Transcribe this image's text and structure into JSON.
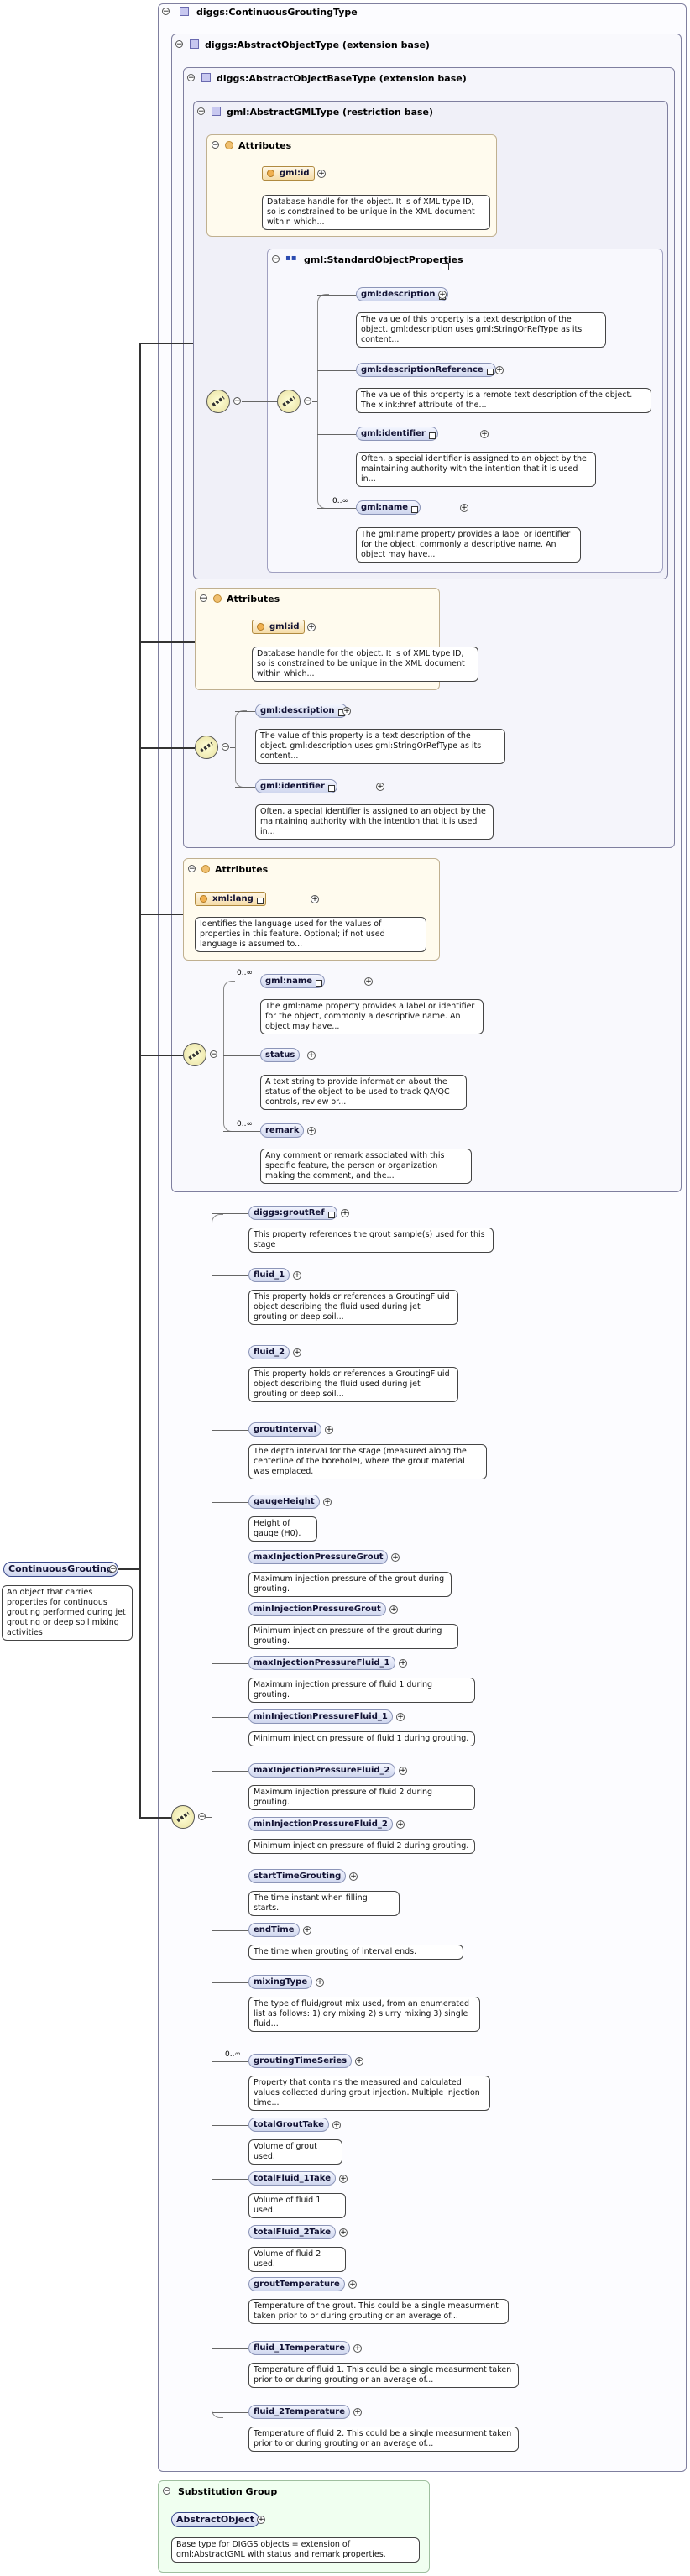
{
  "root": {
    "header": "diggs:ContinuousGroutingType",
    "extension1": "diggs:AbstractObjectType (extension base)",
    "extension2": "diggs:AbstractObjectBaseType (extension base)",
    "restriction": "gml:AbstractGMLType (restriction base)"
  },
  "attributes_label": "Attributes",
  "gml_group_label": "gml:StandardObjectProperties",
  "gml_attr": {
    "name": "gml:id",
    "desc": "Database handle for the object. It is of XML type ID, so is constrained to be unique in the XML document within which..."
  },
  "gml_std": [
    {
      "name": "gml:description",
      "desc": "The value of this property is a text description of the object. gml:description uses gml:StringOrRefType as its content..."
    },
    {
      "name": "gml:descriptionReference",
      "desc": "The value of this property is a remote text description of the object. The xlink:href attribute of the..."
    },
    {
      "name": "gml:identifier",
      "desc": "Often, a special identifier is assigned to an object by the maintaining authority with the intention that it is used in..."
    },
    {
      "name": "gml:name",
      "desc": "The gml:name property provides a label or identifier for the object, commonly a descriptive name. An object may have...",
      "mult": "0..∞"
    }
  ],
  "base_attr": {
    "name": "gml:id",
    "desc": "Database handle for the object. It is of XML type ID, so is constrained to be unique in the XML document within which..."
  },
  "base_elements": [
    {
      "name": "gml:description",
      "desc": "The value of this property is a text description of the object. gml:description uses gml:StringOrRefType as its content..."
    },
    {
      "name": "gml:identifier",
      "desc": "Often, a special identifier is assigned to an object by the maintaining authority with the intention that it is used in..."
    }
  ],
  "obj_attr": {
    "name": "xml:lang",
    "desc": "Identifies the language used for the values of properties in this feature. Optional; if not used language is assumed to..."
  },
  "obj_elements": [
    {
      "name": "gml:name",
      "desc": "The gml:name property provides a label or identifier for the object, commonly a descriptive name. An object may have...",
      "mult": "0..∞"
    },
    {
      "name": "status",
      "desc": "A text string to provide information about the status of the object to be used to track QA/QC controls, review or..."
    },
    {
      "name": "remark",
      "desc": "Any comment or remark associated with this specific feature, the person or organization making the comment, and the...",
      "mult": "0..∞"
    }
  ],
  "main_element": {
    "name": "ContinuousGrouting",
    "desc": "An object that carries properties for continuous grouting performed during jet grouting or deep soil mixing activities"
  },
  "grout_elements": [
    {
      "name": "diggs:groutRef",
      "desc": "This property references the grout sample(s) used for this stage"
    },
    {
      "name": "fluid_1",
      "desc": "This property holds or references a GroutingFluid object describing the fluid used during jet grouting or deep soil..."
    },
    {
      "name": "fluid_2",
      "desc": "This property holds or references a GroutingFluid object describing the fluid used during jet grouting or deep soil..."
    },
    {
      "name": "groutInterval",
      "desc": "The depth interval for the stage (measured along the centerline of the borehole), where the grout material was emplaced."
    },
    {
      "name": "gaugeHeight",
      "desc": "Height of gauge (H0)."
    },
    {
      "name": "maxInjectionPressureGrout",
      "desc": "Maximum injection pressure of the grout during grouting."
    },
    {
      "name": "minInjectionPressureGrout",
      "desc": "Minimum injection pressure of the grout during grouting."
    },
    {
      "name": "maxInjectionPressureFluid_1",
      "desc": "Maximum injection pressure of fluid 1 during grouting."
    },
    {
      "name": "minInjectionPressureFluid_1",
      "desc": "Minimum injection pressure of fluid 1 during grouting."
    },
    {
      "name": "maxInjectionPressureFluid_2",
      "desc": "Maximum injection pressure of fluid 2 during grouting."
    },
    {
      "name": "minInjectionPressureFluid_2",
      "desc": "Minimum injection pressure of fluid 2 during grouting."
    },
    {
      "name": "startTimeGrouting",
      "desc": "The time instant when filling starts."
    },
    {
      "name": "endTime",
      "desc": "The time when grouting of interval ends."
    },
    {
      "name": "mixingType",
      "desc": "The type of fluid/grout mix used, from an enumerated list as follows: 1) dry mixing 2) slurry mixing 3) single fluid..."
    },
    {
      "name": "groutingTimeSeries",
      "desc": "Property that contains the measured and calculated values collected during grout injection. Multiple injection time...",
      "mult": "0..∞"
    },
    {
      "name": "totalGroutTake",
      "desc": "Volume of grout used."
    },
    {
      "name": "totalFluid_1Take",
      "desc": "Volume of fluid 1 used."
    },
    {
      "name": "totalFluid_2Take",
      "desc": "Volume of fluid 2 used."
    },
    {
      "name": "groutTemperature",
      "desc": "Temperature of the grout. This could be a single measurment taken prior to or during grouting or an average of..."
    },
    {
      "name": "fluid_1Temperature",
      "desc": "Temperature of fluid 1. This could be a single measurment taken prior to or during grouting or an average of..."
    },
    {
      "name": "fluid_2Temperature",
      "desc": "Temperature of fluid 2. This could be a single measurment taken prior to or during grouting or an average of..."
    }
  ],
  "substitution": {
    "header": "Substitution Group",
    "element": "AbstractObject",
    "desc": "Base type for DIGGS objects = extension of gml:AbstractGML with status and remark properties."
  },
  "colors": {
    "attr_box": "#fffbee",
    "group_box": "#f6f6fc",
    "subst_box": "#f0fff0",
    "outer_border": "#7f7f9f"
  },
  "icons": [
    "collapse-icon",
    "class-icon",
    "attribute-icon",
    "sequence-icon",
    "expand-icon",
    "reference-icon"
  ]
}
